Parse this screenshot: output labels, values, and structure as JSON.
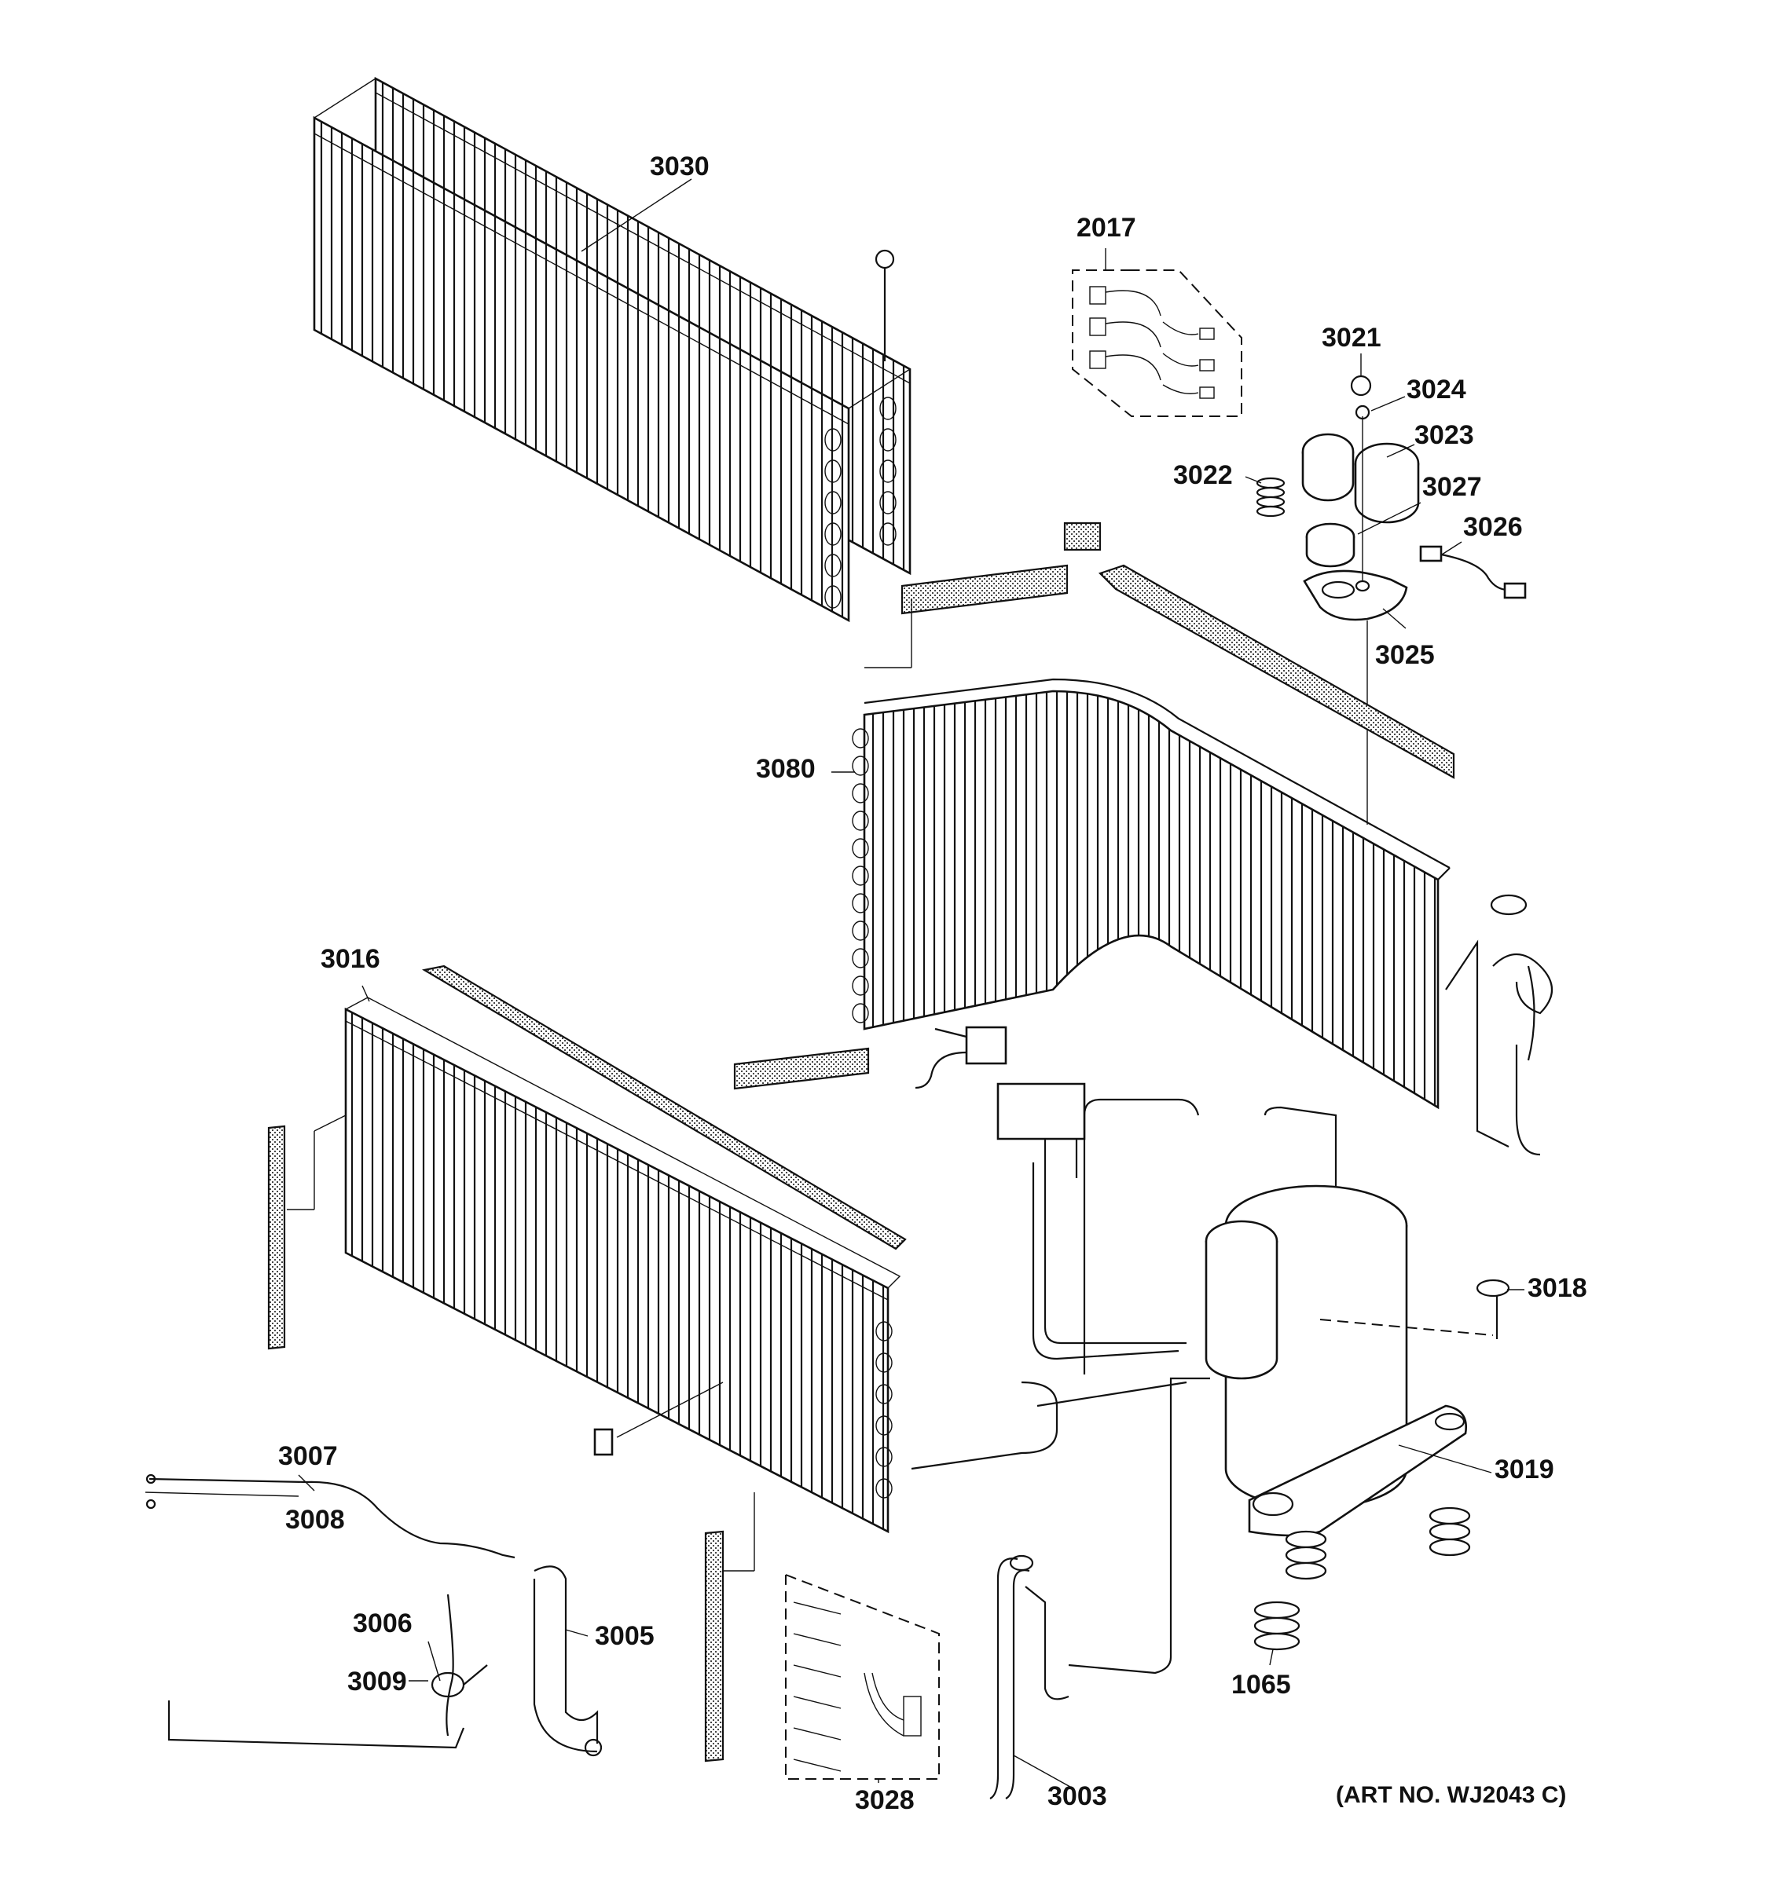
{
  "callouts": [
    {
      "id": "3030",
      "text": "3030"
    },
    {
      "id": "2017",
      "text": "2017"
    },
    {
      "id": "3021",
      "text": "3021"
    },
    {
      "id": "3024",
      "text": "3024"
    },
    {
      "id": "3023",
      "text": "3023"
    },
    {
      "id": "3022",
      "text": "3022"
    },
    {
      "id": "3027",
      "text": "3027"
    },
    {
      "id": "3026",
      "text": "3026"
    },
    {
      "id": "3025",
      "text": "3025"
    },
    {
      "id": "3080",
      "text": "3080"
    },
    {
      "id": "3016",
      "text": "3016"
    },
    {
      "id": "3018",
      "text": "3018"
    },
    {
      "id": "3019",
      "text": "3019"
    },
    {
      "id": "3007",
      "text": "3007"
    },
    {
      "id": "3008",
      "text": "3008"
    },
    {
      "id": "3006",
      "text": "3006"
    },
    {
      "id": "3005",
      "text": "3005"
    },
    {
      "id": "3009",
      "text": "3009"
    },
    {
      "id": "1065",
      "text": "1065"
    },
    {
      "id": "3028",
      "text": "3028"
    },
    {
      "id": "3003",
      "text": "3003"
    }
  ],
  "art_number": "(ART NO. WJ2043 C)"
}
